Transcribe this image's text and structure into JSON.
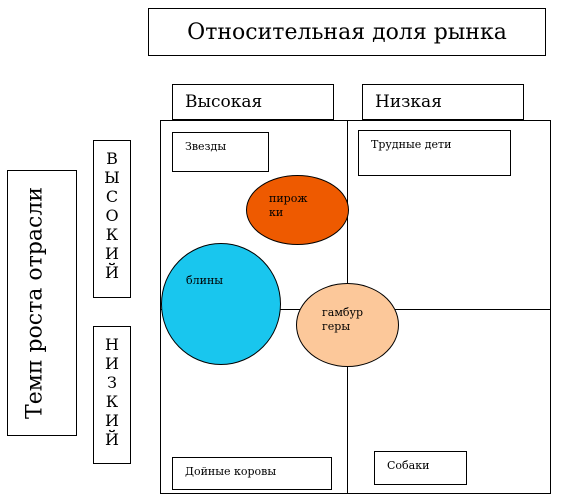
{
  "title": "Относительная доля рынка",
  "columns": {
    "high": "Высокая",
    "low": "Низкая"
  },
  "y_axis": {
    "title": "Темп роста отрасли",
    "high_letters": [
      "В",
      "Ы",
      "С",
      "О",
      "К",
      "И",
      "Й"
    ],
    "low_letters": [
      "Н",
      "И",
      "З",
      "К",
      "И",
      "Й"
    ]
  },
  "quadrants": {
    "stars": "Звезды",
    "problem_children": "Трудные дети",
    "cash_cows": "Дойные коровы",
    "dogs": "Собаки"
  },
  "bubbles": {
    "pirozhki": "пирож ки",
    "bliny": "блины",
    "gamburgery": "гамбур геры"
  },
  "colors": {
    "pirozhki": "#ee5a00",
    "bliny": "#19c6ee",
    "gamburgery": "#fcc89a"
  }
}
